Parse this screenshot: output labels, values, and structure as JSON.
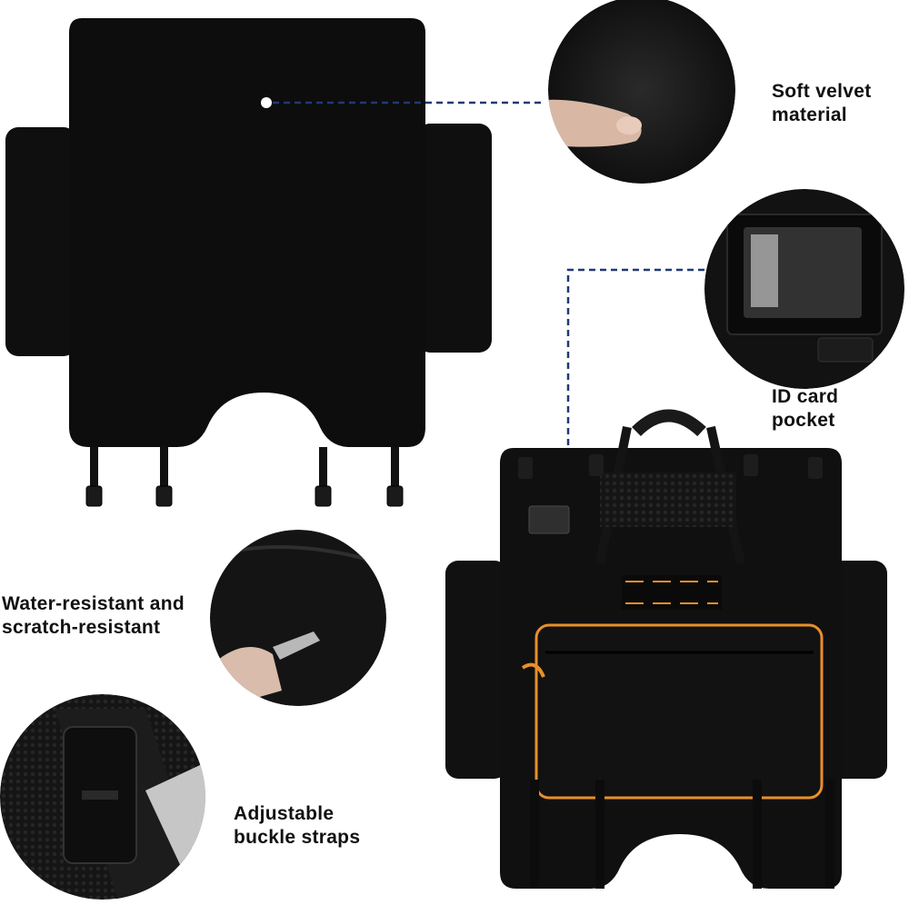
{
  "features": {
    "velvet": {
      "label": "Soft velvet\nmaterial"
    },
    "id_pocket": {
      "label": "ID card\npocket"
    },
    "water_resistant": {
      "label": "Water-resistant and\nscratch-resistant"
    },
    "buckle_straps": {
      "label": "Adjustable\nbuckle straps"
    }
  },
  "colors": {
    "fabric": "#0d0d0d",
    "accent_trim": "#e8902a",
    "callout_line": "#1f3a73",
    "background": "#ffffff"
  }
}
